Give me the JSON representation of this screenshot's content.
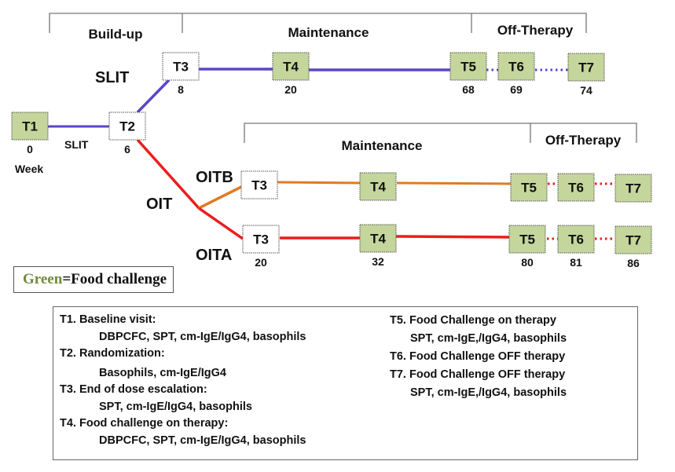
{
  "diagram": {
    "phases_top": {
      "buildup": "Build-up",
      "maintenance": "Maintenance",
      "off_therapy": "Off-Therapy"
    },
    "phases_bottom": {
      "maintenance": "Maintenance",
      "off_therapy": "Off-Therapy"
    },
    "arm_labels": {
      "slit_start": "SLIT",
      "slit_branch": "SLIT",
      "oit": "OIT",
      "oitb": "OITB",
      "oita": "OITA"
    },
    "start": {
      "t1": {
        "label": "T1",
        "week": "0",
        "type": "food-challenge"
      },
      "week_label": "Week",
      "t2": {
        "label": "T2",
        "week": "6",
        "type": "visit"
      }
    },
    "slit_arm": [
      {
        "label": "T3",
        "week": "8",
        "type": "visit"
      },
      {
        "label": "T4",
        "week": "20",
        "type": "food-challenge"
      },
      {
        "label": "T5",
        "week": "68",
        "type": "food-challenge"
      },
      {
        "label": "T6",
        "week": "69",
        "type": "food-challenge"
      },
      {
        "label": "T7",
        "week": "74",
        "type": "food-challenge"
      }
    ],
    "oitb_arm": [
      {
        "label": "T3",
        "type": "visit"
      },
      {
        "label": "T4",
        "type": "food-challenge"
      },
      {
        "label": "T5",
        "type": "food-challenge"
      },
      {
        "label": "T6",
        "type": "food-challenge"
      },
      {
        "label": "T7",
        "type": "food-challenge"
      }
    ],
    "oita_arm": [
      {
        "label": "T3",
        "week": "20",
        "type": "visit"
      },
      {
        "label": "T4",
        "week": "32",
        "type": "food-challenge"
      },
      {
        "label": "T5",
        "week": "80",
        "type": "food-challenge"
      },
      {
        "label": "T6",
        "week": "81",
        "type": "food-challenge"
      },
      {
        "label": "T7",
        "week": "86",
        "type": "food-challenge"
      }
    ],
    "colors": {
      "slit": "#5b45c8",
      "oita": "#ee1c1c",
      "oitb": "#e07b22",
      "food_challenge_fill": "#c4d69b",
      "visit_fill": "#ffffff",
      "legend_green_text": "#6f8a3b"
    }
  },
  "legend": {
    "green_word": "Green",
    "rest": "=Food challenge"
  },
  "key": {
    "left": [
      {
        "head": "T1. Baseline visit:",
        "detail": "DBPCFC, SPT, cm-IgE/IgG4, basophils"
      },
      {
        "head": "T2. Randomization:",
        "detail": "Basophils, cm-IgE/IgG4"
      },
      {
        "head": "T3. End of dose escalation:",
        "detail": "SPT, cm-IgE/IgG4, basophils"
      },
      {
        "head": "T4. Food challenge on therapy:",
        "detail": "DBPCFC, SPT, cm-IgE/IgG4, basophils"
      }
    ],
    "right": [
      {
        "head": "T5. Food Challenge on therapy",
        "detail": "SPT, cm-IgE,/IgG4, basophils"
      },
      {
        "head": "T6. Food Challenge OFF therapy",
        "detail": ""
      },
      {
        "head": "T7. Food Challenge OFF therapy",
        "detail": "SPT, cm-IgE,/IgG4, basophils"
      }
    ]
  }
}
